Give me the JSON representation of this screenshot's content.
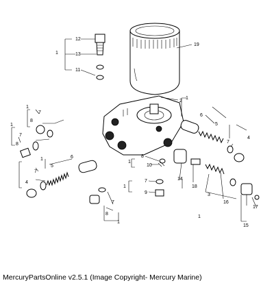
{
  "footer": {
    "caption": "MercuryPartsOnline v2.5.1 (Image Copyright- Mercury Marine)"
  },
  "callouts": {
    "c1_top": "1",
    "c12": "12",
    "c13": "13",
    "c11": "11",
    "c19": "19",
    "c2": "2",
    "c1_l1": "1",
    "c7_l1": "7",
    "c8_l1": "8",
    "c1_l2": "1",
    "c8_l2": "8",
    "c7_l2": "7",
    "c1_l3": "1",
    "c5_l3": "5",
    "c7_l3": "7",
    "c6_l3": "6",
    "c4_l3": "4",
    "c1_r1": "1",
    "c6_r1": "6",
    "c5_r1": "5",
    "c7_r1": "7",
    "c4_r1": "4",
    "c1_m1": "1",
    "c8_m1": "8",
    "c10_m1": "10",
    "c1_m2": "1",
    "c7_m2": "7",
    "c9_m2": "9",
    "c14": "14",
    "c18": "18",
    "c3": "3",
    "c16": "16",
    "c1_r2": "1",
    "c17": "17",
    "c15": "15",
    "c7_b": "7",
    "c8_b": "8",
    "c1_b": "1"
  }
}
